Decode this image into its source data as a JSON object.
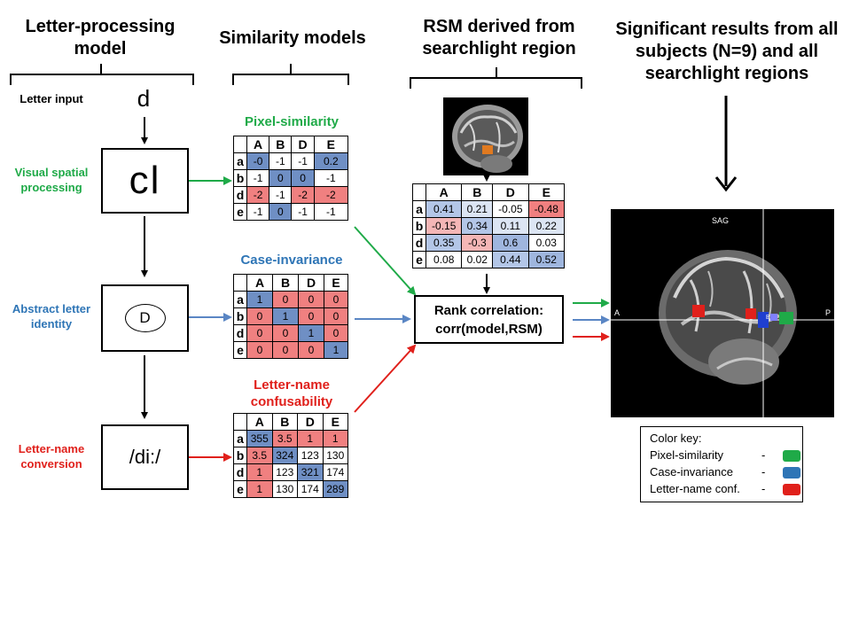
{
  "headers": {
    "letter_processing": "Letter-processing model",
    "similarity": "Similarity models",
    "rsm": "RSM derived from searchlight region",
    "significant": "Significant results from all subjects (N=9) and all searchlight regions"
  },
  "left": {
    "letter_input_label": "Letter input",
    "letter_input_value": "d",
    "visual_label": "Visual spatial processing",
    "visual_box": "cl",
    "abstract_label": "Abstract letter identity",
    "abstract_box": "D",
    "name_label": "Letter-name conversion",
    "name_box": "/di:/"
  },
  "colors": {
    "green": "#1faa48",
    "blue": "#2e75b6",
    "red": "#e0201b",
    "red_cell": "#f08080",
    "blue_cell": "#6f8fc4"
  },
  "matrices": {
    "col_headers": [
      "A",
      "B",
      "D",
      "E"
    ],
    "row_headers": [
      "a",
      "b",
      "d",
      "e"
    ],
    "pixel": {
      "title": "Pixel-similarity",
      "values": [
        [
          "-0",
          "-1",
          "-1",
          "0.2"
        ],
        [
          "-1",
          "0",
          "0",
          "-1"
        ],
        [
          "-2",
          "-1",
          "-2",
          "-2"
        ],
        [
          "-1",
          "0",
          "-1",
          "-1"
        ]
      ],
      "fills": [
        [
          "b",
          "w",
          "w",
          "b"
        ],
        [
          "w",
          "b",
          "b",
          "w"
        ],
        [
          "r",
          "w",
          "r",
          "r"
        ],
        [
          "w",
          "b",
          "w",
          "w"
        ]
      ]
    },
    "case": {
      "title": "Case-invariance",
      "values": [
        [
          "1",
          "0",
          "0",
          "0"
        ],
        [
          "0",
          "1",
          "0",
          "0"
        ],
        [
          "0",
          "0",
          "1",
          "0"
        ],
        [
          "0",
          "0",
          "0",
          "1"
        ]
      ],
      "fills": [
        [
          "b",
          "r",
          "r",
          "r"
        ],
        [
          "r",
          "b",
          "r",
          "r"
        ],
        [
          "r",
          "r",
          "b",
          "r"
        ],
        [
          "r",
          "r",
          "r",
          "b"
        ]
      ]
    },
    "name": {
      "title": "Letter-name confusability",
      "values": [
        [
          "355",
          "3.5",
          "1",
          "1"
        ],
        [
          "3.5",
          "324",
          "123",
          "130"
        ],
        [
          "1",
          "123",
          "321",
          "174"
        ],
        [
          "1",
          "130",
          "174",
          "289"
        ]
      ],
      "fills": [
        [
          "b",
          "r",
          "r",
          "r"
        ],
        [
          "r",
          "b",
          "w",
          "w"
        ],
        [
          "r",
          "w",
          "b",
          "w"
        ],
        [
          "r",
          "w",
          "w",
          "b"
        ]
      ]
    },
    "rsm": {
      "values": [
        [
          "0.41",
          "0.21",
          "-0.05",
          "-0.48"
        ],
        [
          "-0.15",
          "0.34",
          "0.11",
          "0.22"
        ],
        [
          "0.35",
          "-0.3",
          "0.6",
          "0.03"
        ],
        [
          "0.08",
          "0.02",
          "0.44",
          "0.52"
        ]
      ],
      "fills": [
        [
          "lb",
          "vlb",
          "w",
          "r"
        ],
        [
          "lr",
          "lb",
          "vlb",
          "vlb"
        ],
        [
          "lb",
          "lr",
          "mb",
          "w"
        ],
        [
          "w",
          "w",
          "lb",
          "mb"
        ]
      ]
    }
  },
  "rank_box": {
    "line1": "Rank correlation:",
    "line2": "corr(model,RSM)"
  },
  "brain": {
    "sag_label": "SAG",
    "a_label": "A",
    "p_label": "P",
    "b_label": "B"
  },
  "legend": {
    "title": "Color key:",
    "items": [
      {
        "label": "Pixel-similarity",
        "color": "#1faa48"
      },
      {
        "label": "Case-invariance",
        "color": "#2e75b6"
      },
      {
        "label": "Letter-name conf.",
        "color": "#e0201b"
      }
    ]
  }
}
